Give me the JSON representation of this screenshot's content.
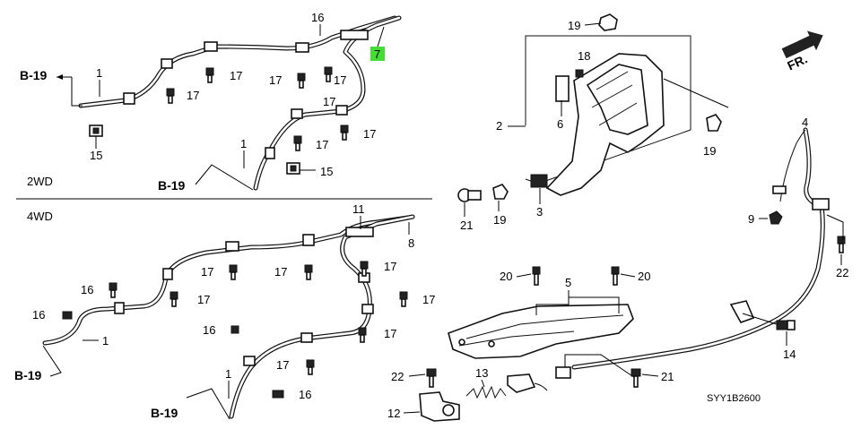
{
  "sections": {
    "top": "2WD",
    "bottom": "4WD"
  },
  "refs": {
    "b19": "B-19",
    "fr": "FR."
  },
  "diagram_code": "SYY1B2600",
  "highlight_color": "#44dd33",
  "labels": {
    "l16_top": "16",
    "l7": "7",
    "l1_a": "1",
    "l17_a": "17",
    "l17_b": "17",
    "l17_c": "17",
    "l17_d": "17",
    "l17_e": "17",
    "l17_f": "17",
    "l15_a": "15",
    "l1_b": "1",
    "l15_b": "15",
    "l11": "11",
    "l8": "8",
    "l17_g": "17",
    "l17_h": "17",
    "l17_i": "17",
    "l17_j": "17",
    "l17_k": "17",
    "l17_l": "17",
    "l17_m": "17",
    "l16_a": "16",
    "l16_b": "16",
    "l16_c": "16",
    "l16_d": "16",
    "l1_c": "1",
    "l1_d": "1",
    "l19_a": "19",
    "l18": "18",
    "l6": "6",
    "l2": "2",
    "l19_b": "19",
    "l21_a": "21",
    "l19_c": "19",
    "l3": "3",
    "l4": "4",
    "l9": "9",
    "l22_a": "22",
    "l20_a": "20",
    "l5": "5",
    "l20_b": "20",
    "l14": "14",
    "l22_b": "22",
    "l13": "13",
    "l21_b": "21",
    "l12": "12"
  }
}
